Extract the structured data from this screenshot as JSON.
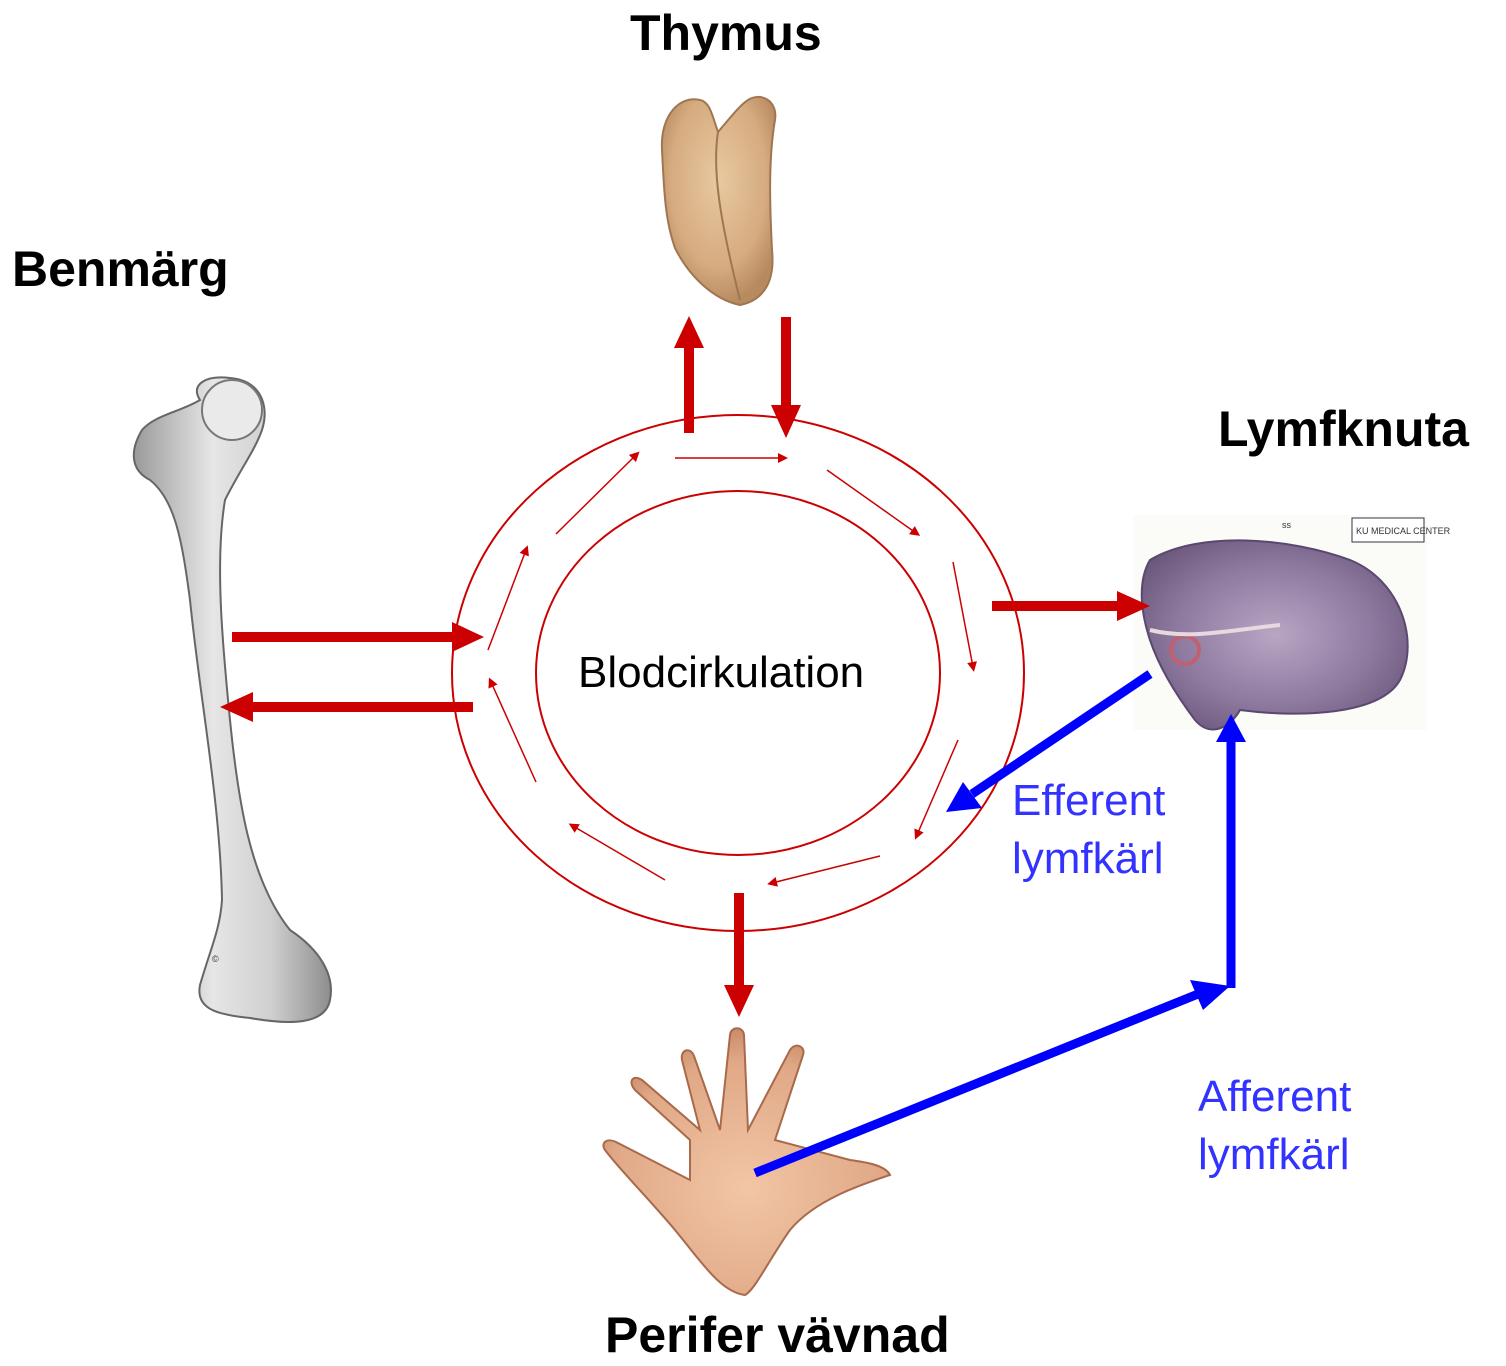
{
  "labels": {
    "thymus": "Thymus",
    "benmarg": "Benmärg",
    "lymfknuta": "Lymfknuta",
    "perifer": "Perifer vävnad",
    "center": "Blodcirkulation",
    "efferent_line1": "Efferent",
    "efferent_line2": "lymfkärl",
    "afferent_line1": "Afferent",
    "afferent_line2": "lymfkärl"
  },
  "node_image": {
    "stamp_text": "KU MEDICAL CENTER",
    "ss_label": "ss"
  },
  "bone_image": {
    "watermark": "©"
  },
  "colors": {
    "blood_flow": "#cc0000",
    "lymph_flow": "#0000ff",
    "lymph_text": "#3333ff"
  },
  "icons": [
    "thymus-organ-icon",
    "femur-bone-icon",
    "lymph-node-section-icon",
    "hand-icon"
  ]
}
